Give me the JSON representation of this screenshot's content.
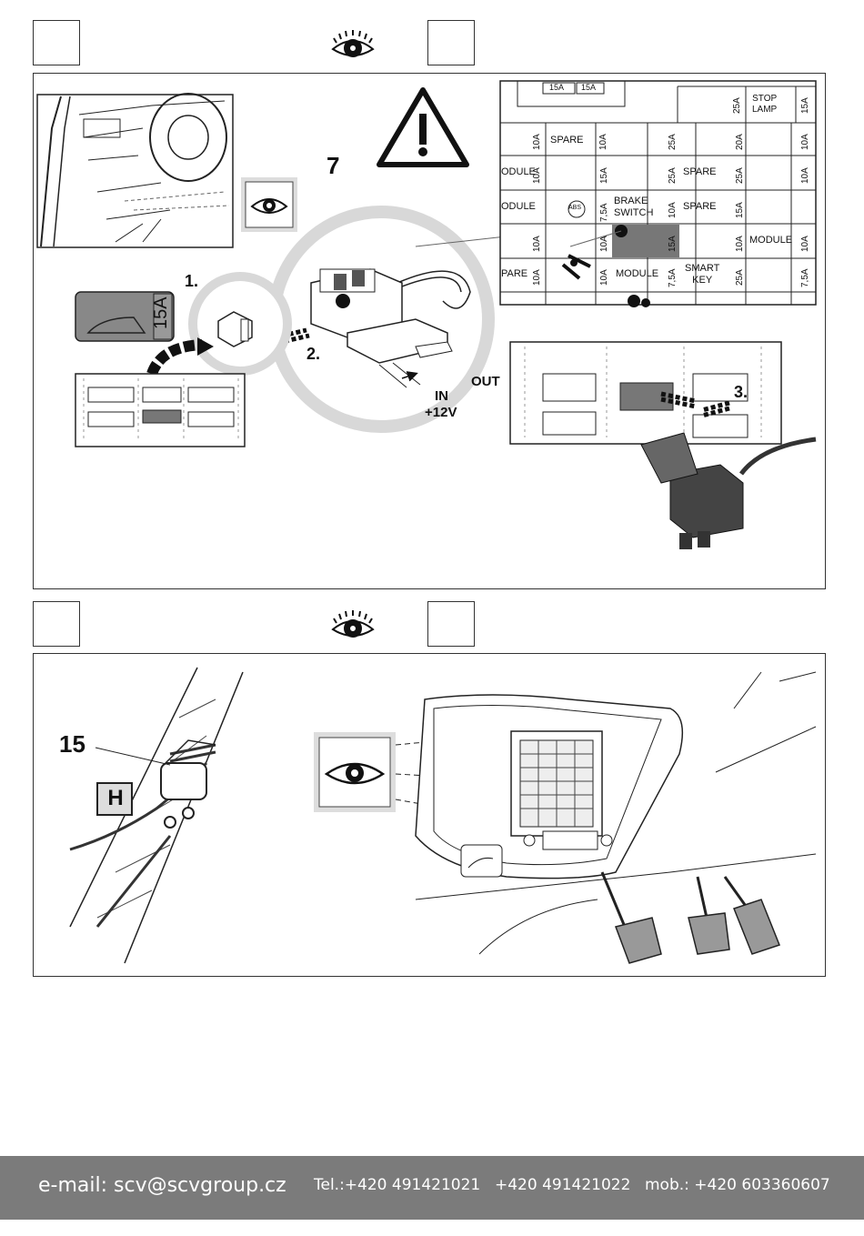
{
  "colors": {
    "footer_bg": "#7b7b7b",
    "highlight": "#777777",
    "ring": "#d8d8d8"
  },
  "icons": [
    "eye-icon",
    "warning-icon",
    "car-trunk-icon",
    "fuse-icon",
    "engine-icon",
    "airbag-icon",
    "lock-icon",
    "abs-icon",
    "fog-light-icon",
    "brake-icon",
    "seat-heat-icon",
    "window-icon",
    "bulb-icon"
  ],
  "panel1": {
    "step1": "1.",
    "step2": "2.",
    "step3": "3.",
    "callout_7": "7",
    "fuse_rating": "15A",
    "in_label": "IN",
    "in_voltage": "+12V",
    "out_label": "OUT",
    "fusebox": {
      "top": [
        "15A",
        "15A"
      ],
      "r0": {
        "amp1": "25A",
        "label1": "STOP",
        "label2": "LAMP",
        "amp2": "15A"
      },
      "r1": {
        "amp1": "10A",
        "label1": "SPARE",
        "amp2": "10A",
        "amp3": "25A",
        "amp4": "20A",
        "amp5": "10A"
      },
      "r2": {
        "label0": "ODULE",
        "amp1": "10A",
        "amp2": "15A",
        "amp3": "25A",
        "label3": "SPARE",
        "amp4": "25A",
        "amp5": "10A"
      },
      "r3": {
        "label0": "ODULE",
        "abs": "ABS",
        "amp1": "7,5A",
        "brake1": "BRAKE",
        "brake2": "SWITCH",
        "amp2": "10A",
        "label3": "SPARE",
        "amp3": "15A"
      },
      "r4": {
        "amp1": "10A",
        "amp2": "10A",
        "amp3": "15A",
        "amp4": "10A",
        "label4": "MODULE",
        "amp5": "10A"
      },
      "r5": {
        "label0": "PARE",
        "amp1": "10A",
        "amp2": "10A",
        "label2": "MODULE",
        "amp3": "7,5A",
        "smart1": "SMART",
        "smart2": "KEY",
        "amp4": "25A",
        "amp5": "7,5A"
      }
    }
  },
  "panel2": {
    "callout_15": "15",
    "badge": "H"
  },
  "footer": {
    "email": "e-mail: scv@scvgroup.cz",
    "tel1": "Tel.:+420 491421021",
    "tel2": "+420 491421022",
    "mob": "mob.: +420 603360607"
  }
}
